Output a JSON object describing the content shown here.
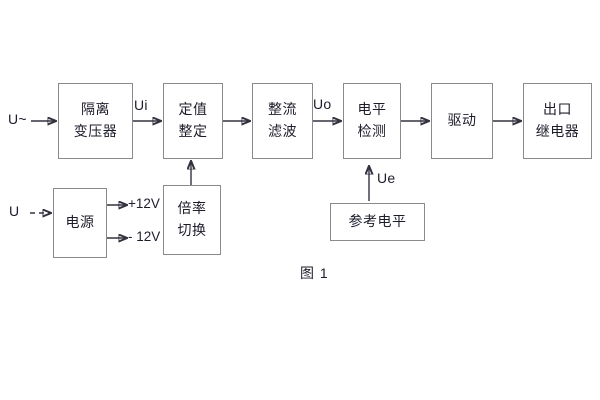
{
  "figure": {
    "caption": "图 1",
    "blocks": [
      {
        "id": "isolation-transformer",
        "line1": "隔离",
        "line2": "变压器"
      },
      {
        "id": "setting-value",
        "line1": "定值",
        "line2": "整定"
      },
      {
        "id": "rectifier-filter",
        "line1": "整流",
        "line2": "滤波"
      },
      {
        "id": "level-detection",
        "line1": "电平",
        "line2": "检测"
      },
      {
        "id": "drive",
        "line1": "驱动",
        "line2": ""
      },
      {
        "id": "output-relay",
        "line1": "出口",
        "line2": "继电器"
      },
      {
        "id": "power-supply",
        "line1": "电源",
        "line2": ""
      },
      {
        "id": "multiplier-switch",
        "line1": "倍率",
        "line2": "切换"
      },
      {
        "id": "reference-level",
        "line1": "参考电平",
        "line2": ""
      }
    ],
    "signals": {
      "input_ac": "U~",
      "input_dc": "U",
      "ui": "Ui",
      "uo": "Uo",
      "ue": "Ue",
      "rail_pos": "+12V",
      "rail_neg": "- 12V"
    },
    "colors": {
      "block_border": "#8a8a8a",
      "wire": "#33333f",
      "text": "#1d1d2b",
      "background": "#ffffff"
    }
  }
}
